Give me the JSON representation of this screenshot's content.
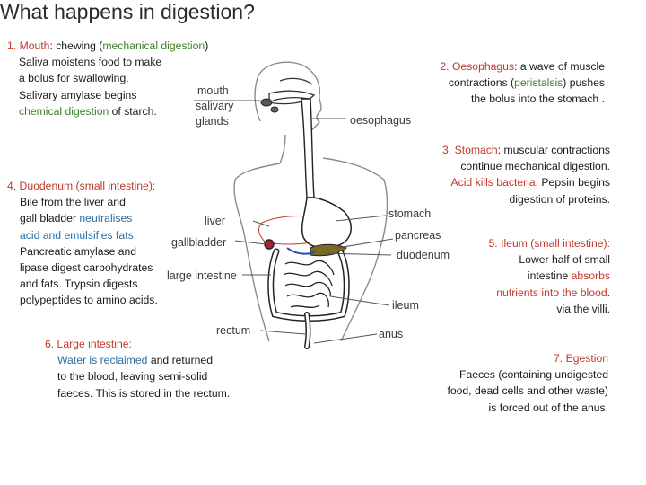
{
  "title": "What happens in digestion?",
  "sections": {
    "mouth": {
      "heading_num": "1.",
      "heading_label": "Mouth",
      "heading_a": ": chewing (",
      "heading_b": "mechanical digestion",
      "heading_c": ")",
      "line1": "Saliva moistens food to make",
      "line2": "a bolus for swallowing.",
      "line3": "Salivary amylase begins",
      "line4a": "chemical digestion",
      "line4b": " of starch."
    },
    "oesophagus": {
      "heading_num": "2.",
      "heading_label": "Oesophagus",
      "heading_rest": ": a wave of muscle",
      "line2a": "contractions (",
      "line2b": "peristalsis",
      "line2c": ") pushes",
      "line3": "the bolus into the stomach ."
    },
    "stomach": {
      "heading_label": "3. Stomach",
      "heading_rest": ": muscular contractions",
      "line2": "continue mechanical digestion.",
      "line3a": "Acid kills bacteria",
      "line3b": ". Pepsin begins",
      "line4": "digestion of proteins."
    },
    "duodenum": {
      "heading": "4. Duodenum (small intestine):",
      "line1": "Bile from the liver and",
      "line2a": "gall bladder ",
      "line2b": "neutralises",
      "line3": "acid and emulsifies fats",
      "line3b": ".",
      "line4": "Pancreatic amylase and",
      "line5": "lipase digest carbohydrates",
      "line6": "and fats. Trypsin digests",
      "line7": "polypeptides to amino acids."
    },
    "ileum": {
      "heading": "5. Ileum (small intestine):",
      "line1": "Lower half of small",
      "line2a": "intestine  ",
      "line2b": "absorbs",
      "line3": "nutrients  into the blood",
      "line3b": ".",
      "line4": "via the villi."
    },
    "large_intestine": {
      "heading": "6. Large intestine:",
      "line1a": "Water is reclaimed",
      "line1b": " and returned",
      "line2": "to the blood, leaving semi-solid",
      "line3": "faeces. This is stored in the rectum."
    },
    "egestion": {
      "heading": "7. Egestion",
      "line1": "Faeces (containing undigested",
      "line2": "food, dead cells and other waste)",
      "line3": "is forced out of the anus."
    }
  },
  "organ_labels": {
    "mouth": "mouth",
    "salivary": "salivary",
    "glands": "glands",
    "oesophagus": "oesophagus",
    "stomach": "stomach",
    "liver": "liver",
    "pancreas": "pancreas",
    "gallbladder": "gallbladder",
    "duodenum": "duodenum",
    "large_intestine": "large intestine",
    "ileum": "ileum",
    "rectum": "rectum",
    "anus": "anus"
  },
  "colors": {
    "heading_red": "#c0392b",
    "green": "#3f7f2c",
    "blue": "#2e6e9e",
    "pancreas_fill": "#7a6a2a"
  }
}
